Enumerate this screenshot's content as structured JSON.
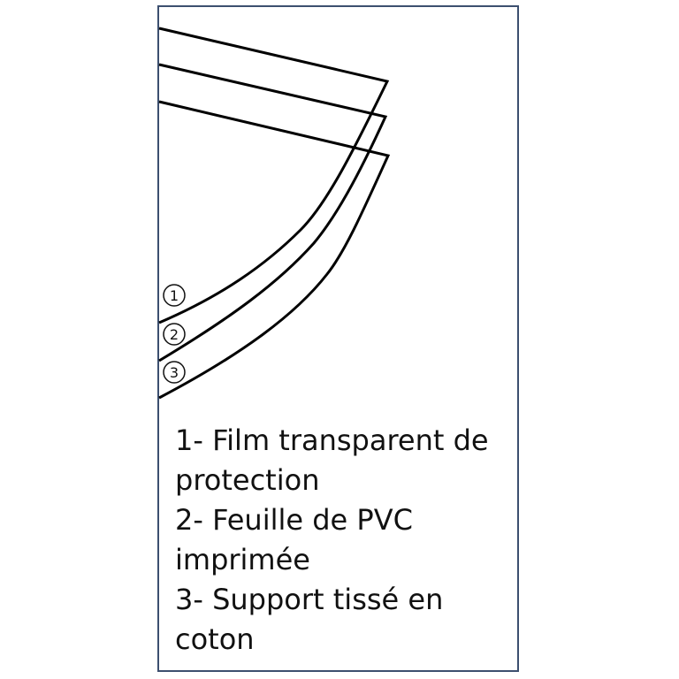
{
  "diagram": {
    "layers": [
      {
        "marker": "1"
      },
      {
        "marker": "2"
      },
      {
        "marker": "3"
      }
    ],
    "line_color": "#000000",
    "frame_color": "#3c4f6f"
  },
  "legend": {
    "lines": [
      "1- Film transparent de",
      "protection",
      "2- Feuille de PVC",
      "imprimée",
      "3- Support tissé en",
      "coton"
    ]
  }
}
